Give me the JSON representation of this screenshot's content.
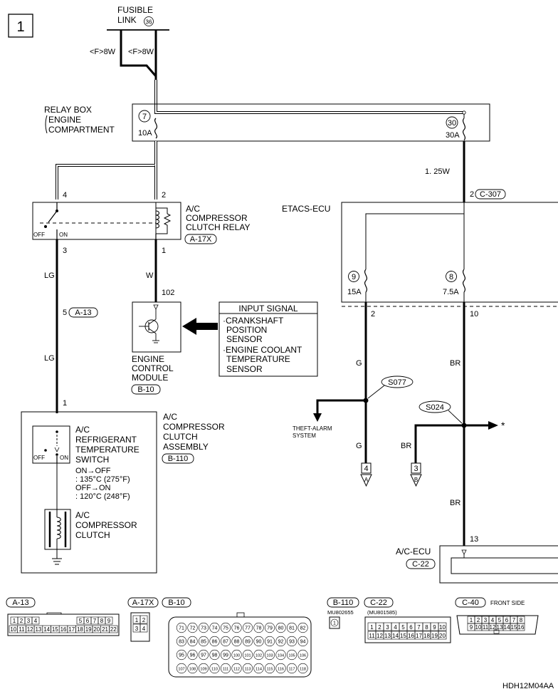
{
  "page_number": "1",
  "fusible_link": {
    "line1": "FUSIBLE",
    "line2": "LINK",
    "num": "36"
  },
  "wire_sizes": {
    "left": "<F>8W",
    "right": "<F>8W",
    "mid": "1. 25W"
  },
  "relay_box": {
    "line1": "RELAY BOX",
    "line2": "ENGINE",
    "line3": "COMPARTMENT",
    "fuse7_num": "7",
    "fuse7_amp": "10A",
    "fuse30_num": "30",
    "fuse30_amp": "30A"
  },
  "relay": {
    "line1": "A/C",
    "line2": "COMPRESSOR",
    "line3": "CLUTCH RELAY",
    "connector": "A-17X",
    "pin4": "4",
    "pin2": "2",
    "pin3": "3",
    "pin1": "1",
    "off": "OFF",
    "on": "ON"
  },
  "wires": {
    "lg1": "LG",
    "lg2": "LG",
    "w": "W",
    "g1": "G",
    "g2": "G",
    "br1": "BR",
    "br2": "BR",
    "br3": "BR"
  },
  "connector_a13": {
    "pin": "5",
    "label": "A-13"
  },
  "ecm": {
    "pin": "102",
    "line1": "ENGINE",
    "line2": "CONTROL",
    "line3": "MODULE",
    "connector": "B-10"
  },
  "input_signal": {
    "title": "INPUT SIGNAL",
    "lines": [
      "·CRANKSHAFT",
      "POSITION",
      "SENSOR",
      "·ENGINE COOLANT",
      "TEMPERATURE",
      "SENSOR"
    ]
  },
  "etacs": {
    "label": "ETACS-ECU",
    "pin": "2",
    "connector": "C-307",
    "fuse9_num": "9",
    "fuse9_amp": "15A",
    "fuse8_num": "8",
    "fuse8_amp": "7.5A",
    "out_left": "2",
    "out_right": "10"
  },
  "splices": {
    "s077": "S077",
    "s024": "S024"
  },
  "theft_alarm": {
    "line1": "THEFT-ALARM",
    "line2": "SYSTEM"
  },
  "refs": {
    "a_num": "4",
    "a_letter": "A",
    "b_num": "3",
    "b_letter": "B",
    "star": "*"
  },
  "compressor_assembly": {
    "pin": "1",
    "line1": "A/C",
    "line2": "COMPRESSOR",
    "line3": "CLUTCH",
    "line4": "ASSEMBLY",
    "connector": "B-110"
  },
  "temp_switch": {
    "line1": "A/C",
    "line2": "REFRIGERANT",
    "line3": "TEMPERATURE",
    "line4": "SWITCH",
    "spec1": "ON→OFF",
    "spec2": ": 135°C (275°F)",
    "spec3": "OFF→ON",
    "spec4": ": 120°C (248°F)",
    "off": "OFF",
    "on": "ON"
  },
  "clutch": {
    "line1": "A/C",
    "line2": "COMPRESSOR",
    "line3": "CLUTCH"
  },
  "ac_ecu": {
    "pin": "13",
    "label": "A/C-ECU",
    "connector": "C-22"
  },
  "connectors_legend": {
    "a13": "A-13",
    "a17x": "A-17X",
    "b10": "B-10",
    "b110": "B-110",
    "c22": "C-22",
    "c40": "C-40",
    "b110_part": "MU802655",
    "c22_part": "(MU801585)",
    "c40_side": "FRONT SIDE",
    "a13_top": [
      "1",
      "2",
      "3",
      "4",
      "5",
      "6",
      "7",
      "8",
      "9"
    ],
    "a13_bottom": [
      "10",
      "11",
      "12",
      "13",
      "14",
      "15",
      "16",
      "17",
      "18",
      "19",
      "20",
      "21",
      "22"
    ],
    "a17x_pins": [
      "1",
      "2",
      "3",
      "4"
    ],
    "b10_rows": [
      [
        "71",
        "72",
        "73",
        "74",
        "75",
        "76",
        "77",
        "78",
        "79",
        "80",
        "81",
        "82"
      ],
      [
        "83",
        "84",
        "85",
        "86",
        "87",
        "88",
        "89",
        "90",
        "91",
        "92",
        "93",
        "94"
      ],
      [
        "95",
        "96",
        "97",
        "98",
        "99",
        "100",
        "101",
        "102",
        "103",
        "104",
        "105",
        "106"
      ],
      [
        "107",
        "108",
        "109",
        "110",
        "111",
        "112",
        "113",
        "114",
        "115",
        "116",
        "117",
        "118"
      ]
    ],
    "b110_pin": "1",
    "c22_top": [
      "1",
      "2",
      "3",
      "4",
      "5",
      "6",
      "7",
      "8",
      "9",
      "10"
    ],
    "c22_bottom": [
      "11",
      "12",
      "13",
      "14",
      "15",
      "16",
      "17",
      "18",
      "19",
      "20"
    ],
    "c40_top": [
      "1",
      "2",
      "3",
      "4",
      "5",
      "6",
      "7",
      "8"
    ],
    "c40_bottom": [
      "9",
      "10",
      "11",
      "12",
      "13",
      "14",
      "15",
      "16"
    ]
  },
  "figure_code": "HDH12M04AA"
}
